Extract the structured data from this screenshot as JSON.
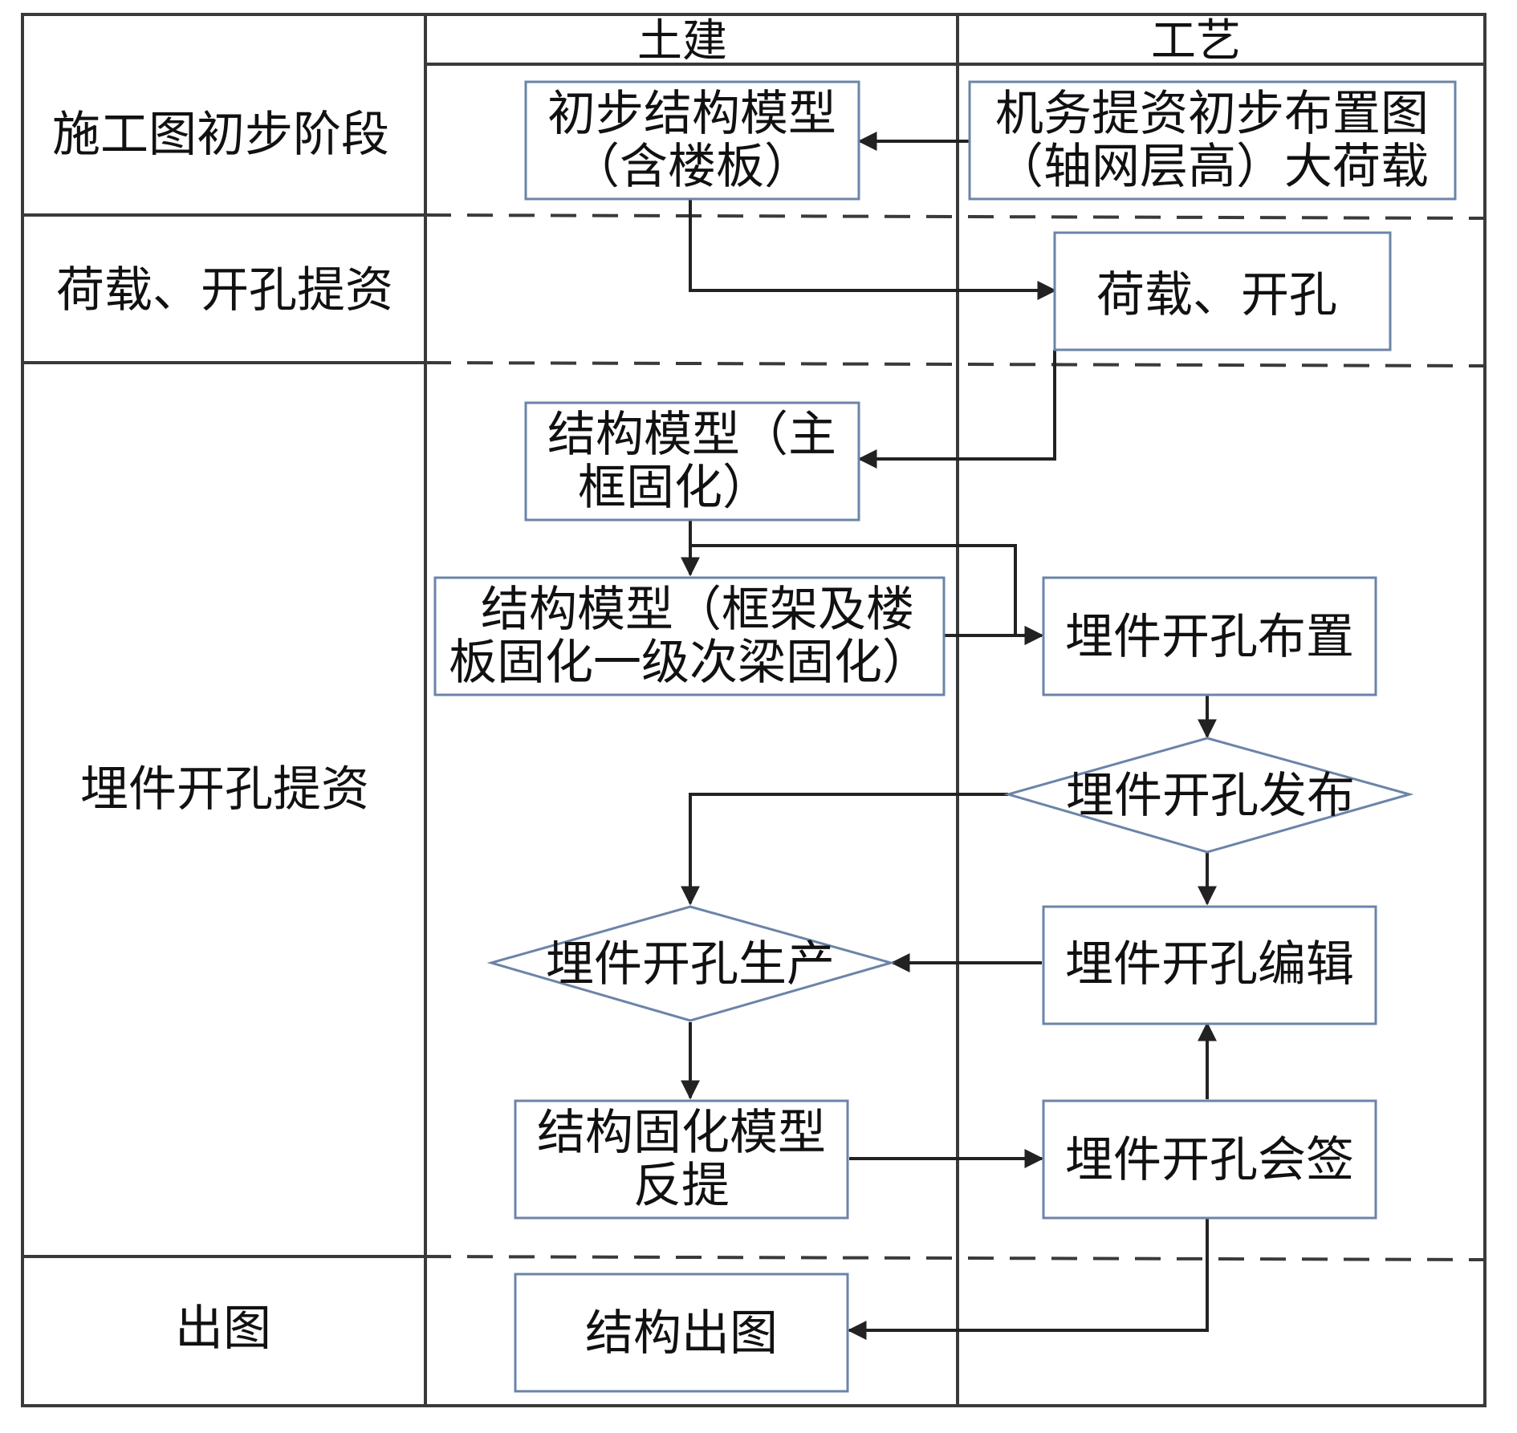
{
  "lanes": {
    "civil": "土建",
    "process": "工艺"
  },
  "phases": [
    {
      "id": "phase-1",
      "label": "施工图初步阶段"
    },
    {
      "id": "phase-2",
      "label": "荷载、开孔提资"
    },
    {
      "id": "phase-3",
      "label": "埋件开孔提资"
    },
    {
      "id": "phase-4",
      "label": "出图"
    }
  ],
  "nodes": {
    "prelim_model": {
      "lines": [
        "初步结构模型",
        "（含楼板）"
      ]
    },
    "equipment_layout": {
      "lines": [
        "机务提资初步布置图",
        "（轴网层高）大荷载"
      ]
    },
    "load_openings": {
      "lines": [
        "荷载、开孔"
      ]
    },
    "main_frame": {
      "lines": [
        "结构模型（主",
        "框固化）"
      ]
    },
    "frame_slab": {
      "lines": [
        "结构模型（框架及楼",
        "板固化一级次梁固化）"
      ]
    },
    "embed_layout": {
      "lines": [
        "埋件开孔布置"
      ]
    },
    "embed_release": {
      "lines": [
        "埋件开孔发布"
      ]
    },
    "embed_edit": {
      "lines": [
        "埋件开孔编辑"
      ]
    },
    "embed_generate": {
      "lines": [
        "埋件开孔生产"
      ]
    },
    "solidified_feedback": {
      "lines": [
        "结构固化模型",
        "反提"
      ]
    },
    "embed_signoff": {
      "lines": [
        "埋件开孔会签"
      ]
    },
    "structural_drawing": {
      "lines": [
        "结构出图"
      ]
    }
  }
}
